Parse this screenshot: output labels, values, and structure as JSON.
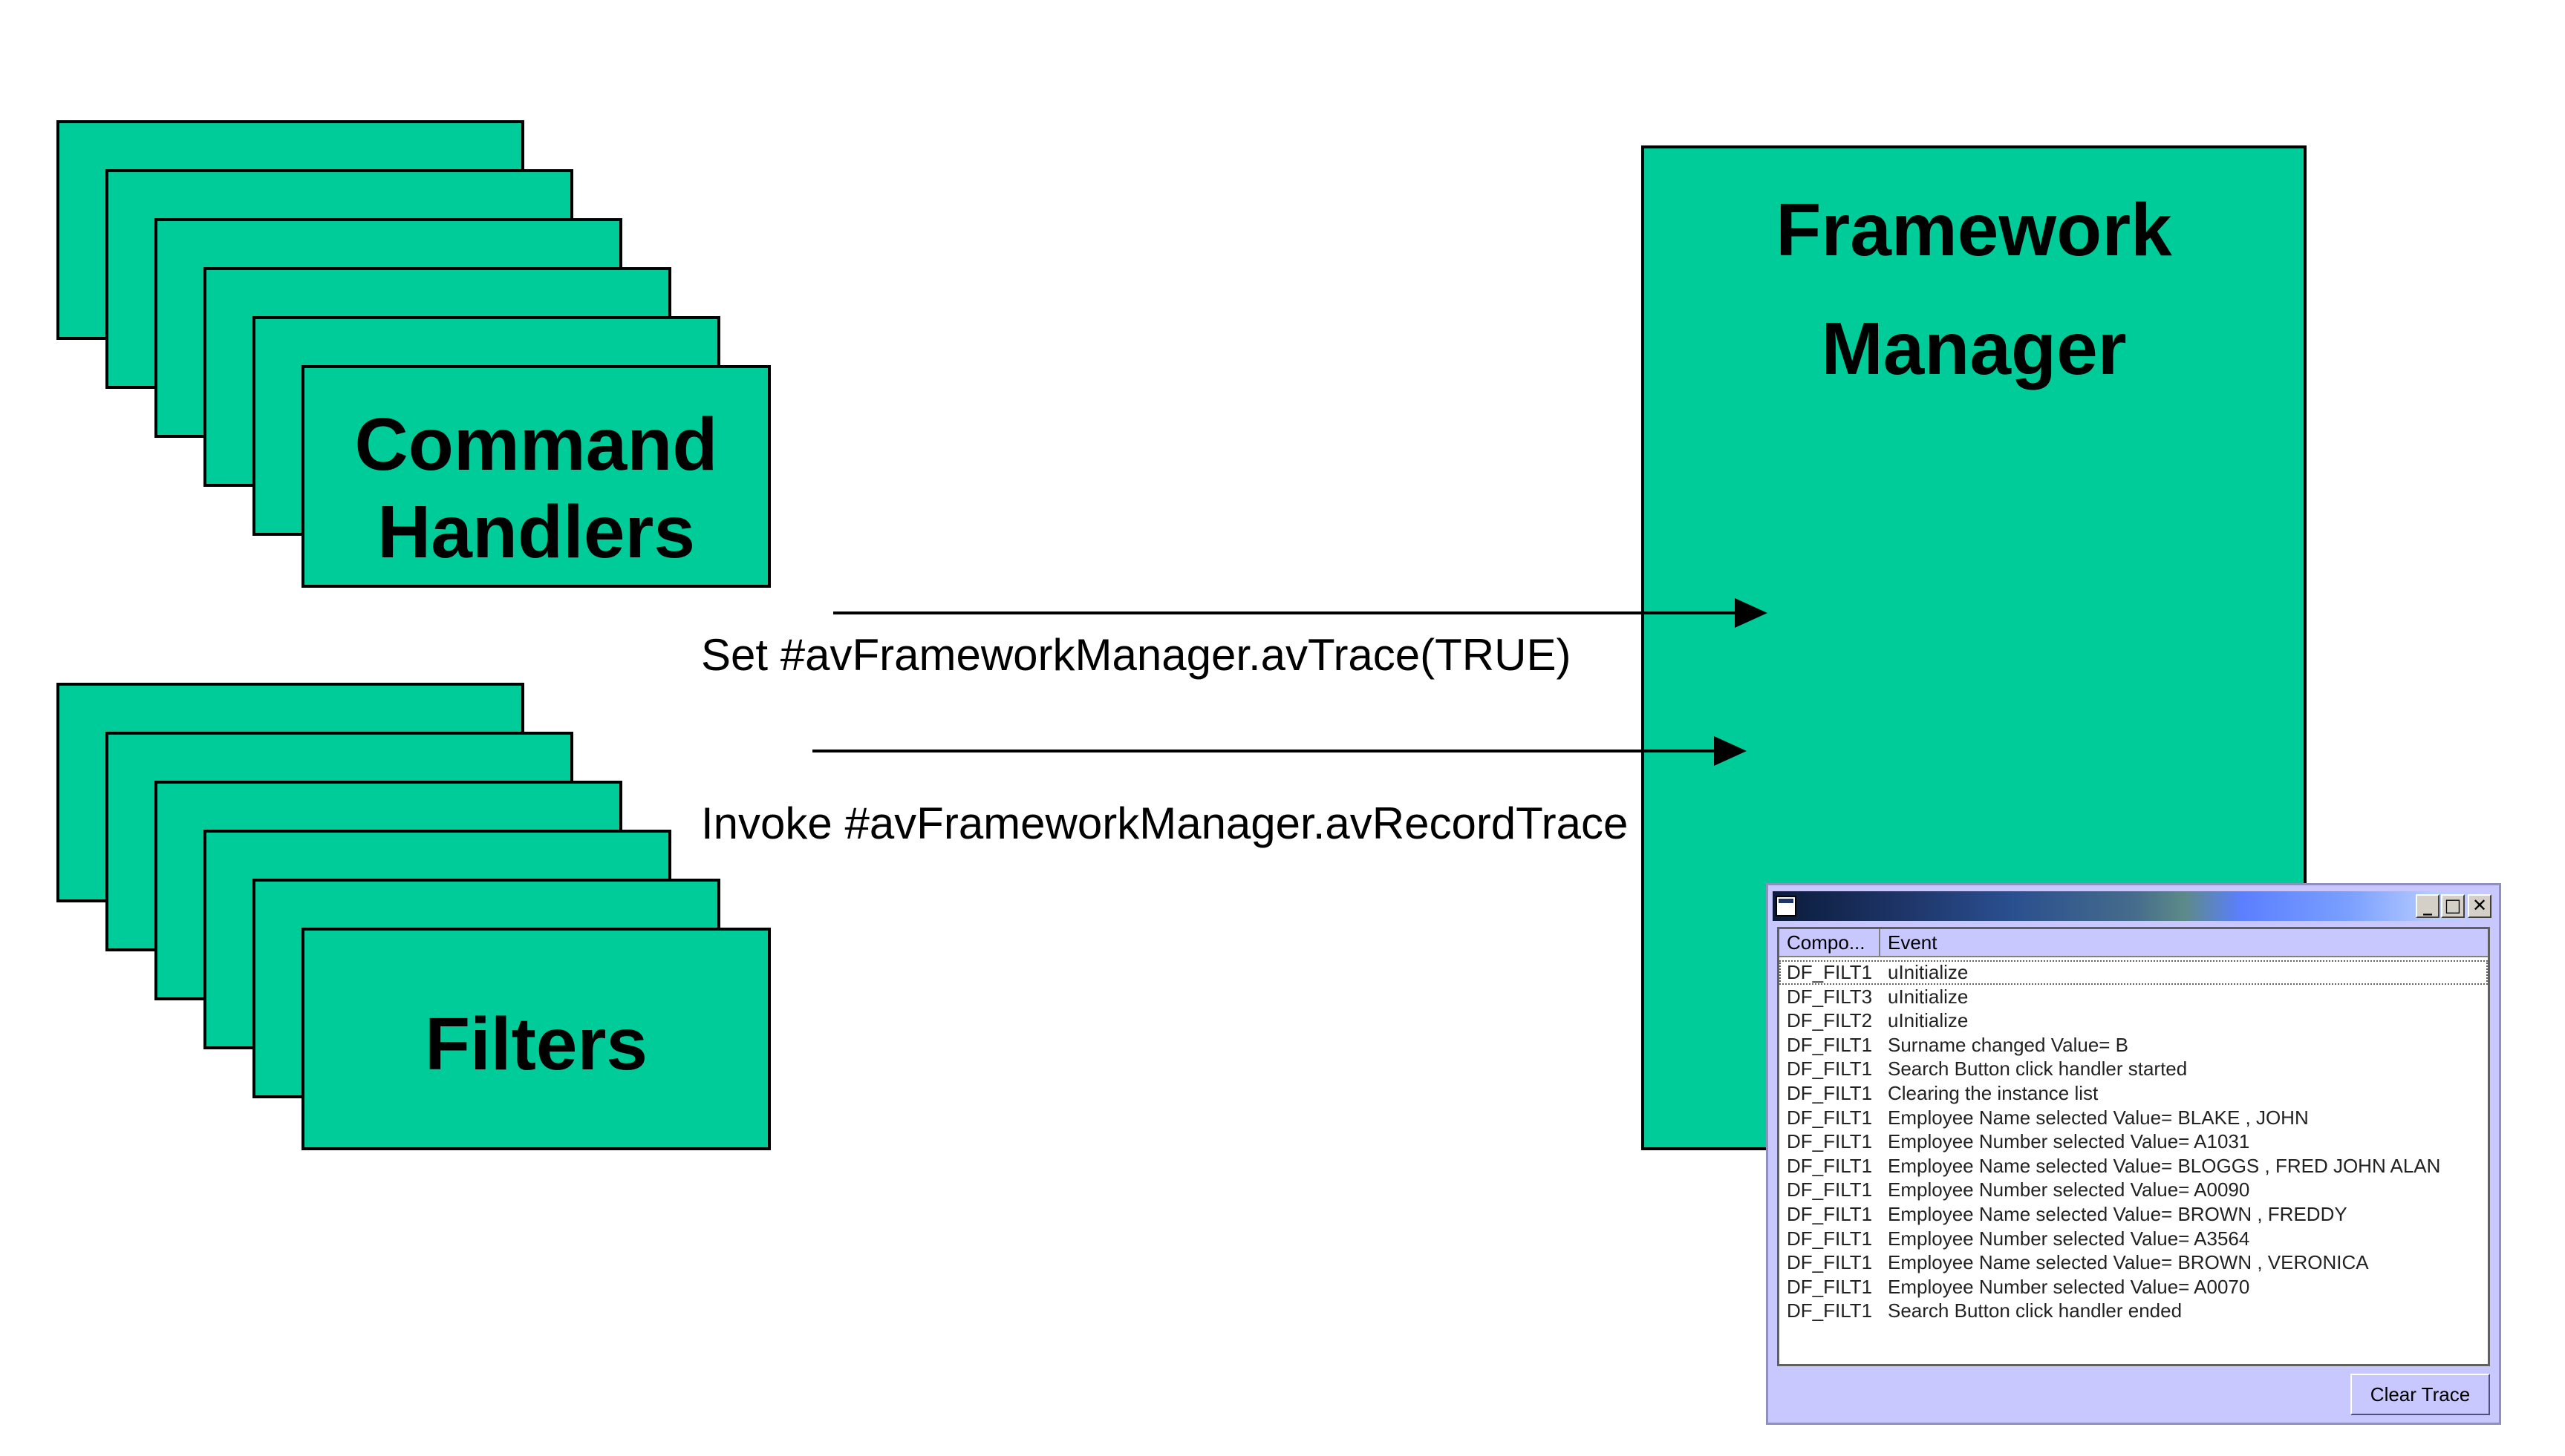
{
  "diagram": {
    "command_handlers": {
      "label_line1": "Command",
      "label_line2": "Handlers"
    },
    "filters": {
      "label": "Filters"
    },
    "framework_manager": {
      "label": "Framework\nManager"
    },
    "arrows": [
      {
        "label": "Set #avFrameworkManager.avTrace(TRUE)"
      },
      {
        "label": "Invoke #avFrameworkManager.avRecordTrace"
      }
    ],
    "colors": {
      "box_fill": "#00cc99",
      "border": "#000000"
    }
  },
  "trace_window": {
    "title_buttons": {
      "minimize": "_",
      "maximize": "□",
      "close": "✕"
    },
    "columns": [
      "Compo...",
      "Event"
    ],
    "rows": [
      {
        "component": "DF_FILT1",
        "event": "uInitialize"
      },
      {
        "component": "DF_FILT3",
        "event": "uInitialize"
      },
      {
        "component": "DF_FILT2",
        "event": "uInitialize"
      },
      {
        "component": "DF_FILT1",
        "event": "Surname changed Value= B"
      },
      {
        "component": "DF_FILT1",
        "event": "Search Button click handler started"
      },
      {
        "component": "DF_FILT1",
        "event": "Clearing the instance list"
      },
      {
        "component": "DF_FILT1",
        "event": "Employee Name selected Value= BLAKE , JOHN"
      },
      {
        "component": "DF_FILT1",
        "event": "Employee Number selected Value= A1031"
      },
      {
        "component": "DF_FILT1",
        "event": "Employee Name selected Value= BLOGGS , FRED JOHN ALAN"
      },
      {
        "component": "DF_FILT1",
        "event": "Employee Number selected Value= A0090"
      },
      {
        "component": "DF_FILT1",
        "event": "Employee Name selected Value= BROWN , FREDDY"
      },
      {
        "component": "DF_FILT1",
        "event": "Employee Number selected Value= A3564"
      },
      {
        "component": "DF_FILT1",
        "event": "Employee Name selected Value= BROWN , VERONICA"
      },
      {
        "component": "DF_FILT1",
        "event": "Employee Number selected Value= A0070"
      },
      {
        "component": "DF_FILT1",
        "event": "Search Button click handler ended"
      }
    ],
    "clear_button": "Clear Trace"
  }
}
